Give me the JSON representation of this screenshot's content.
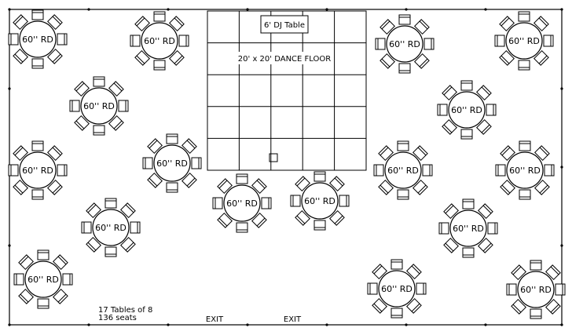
{
  "table_label": "60'' RD",
  "dance_floor": {
    "label": "20' x 20' DANCE FLOOR",
    "dj_table": "6' DJ Table",
    "grid_rows": 5,
    "grid_cols": 5
  },
  "summary": {
    "line1": "17 Tables of 8",
    "line2": "136 seats"
  },
  "exits": [
    "EXIT",
    "EXIT"
  ],
  "seats_per_table": 8,
  "table_count": 17
}
